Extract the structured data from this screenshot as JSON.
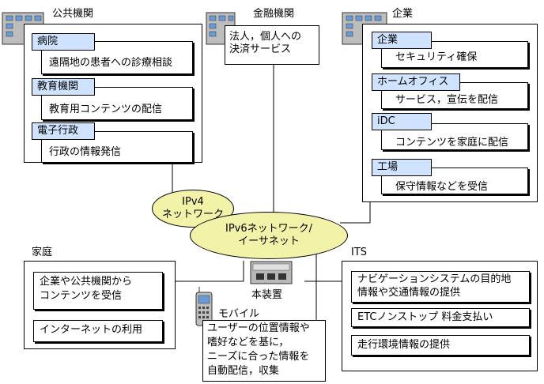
{
  "public": {
    "title": "公共機関",
    "items": [
      {
        "tag": "病院",
        "desc": "遠隔地の患者への診療相談"
      },
      {
        "tag": "教育機関",
        "desc": "教育用コンテンツの配信"
      },
      {
        "tag": "電子行政",
        "desc": "行政の情報発信"
      }
    ]
  },
  "finance": {
    "title": "金融機関",
    "desc_line1": "法人，個人への",
    "desc_line2": "決済サービス"
  },
  "enterprise": {
    "title": "企業",
    "items": [
      {
        "tag": "企業",
        "desc": "セキュリティ確保"
      },
      {
        "tag": "ホームオフィス",
        "desc": "サービス，宣伝を配信"
      },
      {
        "tag": "iDC",
        "desc": "コンテンツを家庭に配信"
      },
      {
        "tag": "工場",
        "desc": "保守情報などを受信"
      }
    ]
  },
  "ipv4": {
    "line1": "IPv4",
    "line2": "ネットワーク"
  },
  "ipv6": {
    "line1": "IPv6ネットワーク/",
    "line2": "イーサネット"
  },
  "device": {
    "label": "本装置"
  },
  "home": {
    "title": "家庭",
    "item1_line1": "企業や公共機関から",
    "item1_line2": "コンテンツを受信",
    "item2": "インターネットの利用"
  },
  "mobile": {
    "title": "モバイル",
    "lines": [
      "ユーザーの位置情報や",
      "嗜好などを基に，",
      "ニーズに合った情報を",
      "自動配信，収集"
    ]
  },
  "its": {
    "title": "ITS",
    "item1_line1": "ナビゲーションシステムの目的地",
    "item1_line2": "情報や交通情報の提供",
    "item2": "ETCノンストップ 料金支払い",
    "item3": "走行環境情報の提供"
  }
}
